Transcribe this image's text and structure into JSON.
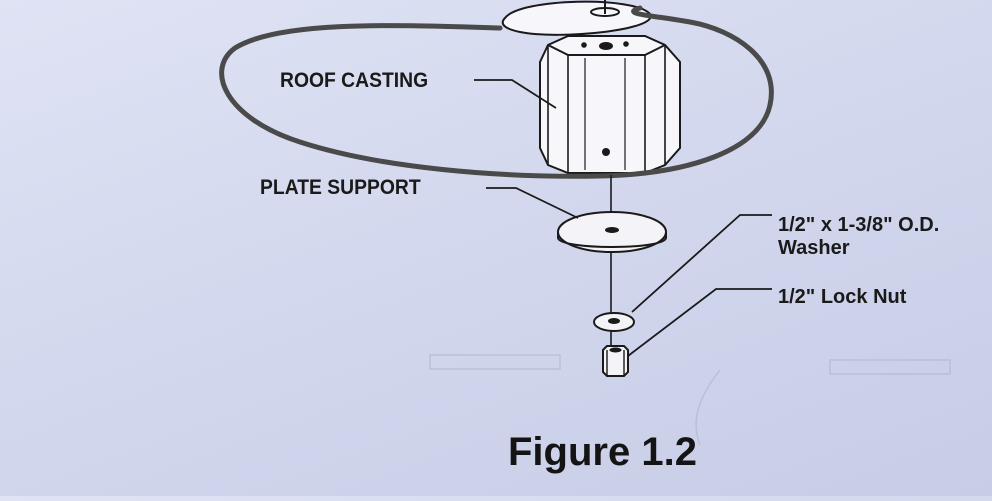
{
  "labels": {
    "roof_casting": "ROOF CASTING",
    "plate_support": "PLATE SUPPORT",
    "washer_line1": "1/2\" x 1-3/8\" O.D.",
    "washer_line2": "Washer",
    "lock_nut": "1/2\" Lock Nut"
  },
  "caption": "Figure 1.2",
  "colors": {
    "ink": "#1a1a1a",
    "highlight_circle": "#4a4a4a",
    "paper": "#d5daef"
  }
}
